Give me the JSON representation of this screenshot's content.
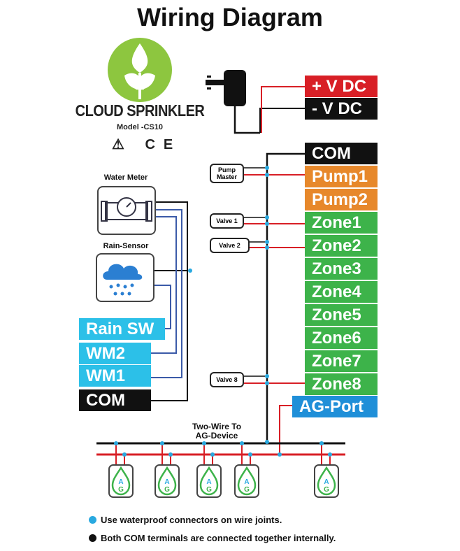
{
  "title": "Wiring Diagram",
  "logo": {
    "brand": "CLOUD SPRINKLER",
    "model": "Model -CS10",
    "certifications": "⚠ CE"
  },
  "colors": {
    "red": "#d81f26",
    "black": "#111111",
    "orange": "#e7882b",
    "green": "#3db34a",
    "cyan": "#2cc0e8",
    "blue": "#1f8fd8",
    "wire_red": "#d81f26",
    "wire_blue": "#3b5aa8",
    "joint": "#29a9e0"
  },
  "power_terminals": [
    {
      "label": "+ V DC",
      "color": "#d81f26"
    },
    {
      "label": "- V DC",
      "color": "#111111"
    }
  ],
  "right_terminals": [
    {
      "label": "COM",
      "color": "#111111"
    },
    {
      "label": "Pump1",
      "color": "#e7882b"
    },
    {
      "label": "Pump2",
      "color": "#e7882b"
    },
    {
      "label": "Zone1",
      "color": "#3db34a"
    },
    {
      "label": "Zone2",
      "color": "#3db34a"
    },
    {
      "label": "Zone3",
      "color": "#3db34a"
    },
    {
      "label": "Zone4",
      "color": "#3db34a"
    },
    {
      "label": "Zone5",
      "color": "#3db34a"
    },
    {
      "label": "Zone6",
      "color": "#3db34a"
    },
    {
      "label": "Zone7",
      "color": "#3db34a"
    },
    {
      "label": "Zone8",
      "color": "#3db34a"
    },
    {
      "label": "AG-Port",
      "color": "#1f8fd8"
    }
  ],
  "left_terminals": [
    {
      "label": "Rain SW",
      "color": "#2cc0e8"
    },
    {
      "label": "WM2",
      "color": "#2cc0e8"
    },
    {
      "label": "WM1",
      "color": "#2cc0e8"
    },
    {
      "label": "COM",
      "color": "#111111"
    }
  ],
  "devices": {
    "pump_master": "Pump Master",
    "valve1": "Valve 1",
    "valve2": "Valve 2",
    "valve8": "Valve 8"
  },
  "sensors": {
    "water_meter": "Water Meter",
    "rain_sensor": "Rain-Sensor"
  },
  "two_wire_label": "Two-Wire To\nAG-Device",
  "ag_device_letters": {
    "top": "A",
    "bottom": "G"
  },
  "notes": [
    {
      "text": "Use waterproof connectors on wire joints.",
      "color": "#29a9e0"
    },
    {
      "text": "Both COM terminals are connected together internally.",
      "color": "#111111"
    }
  ]
}
